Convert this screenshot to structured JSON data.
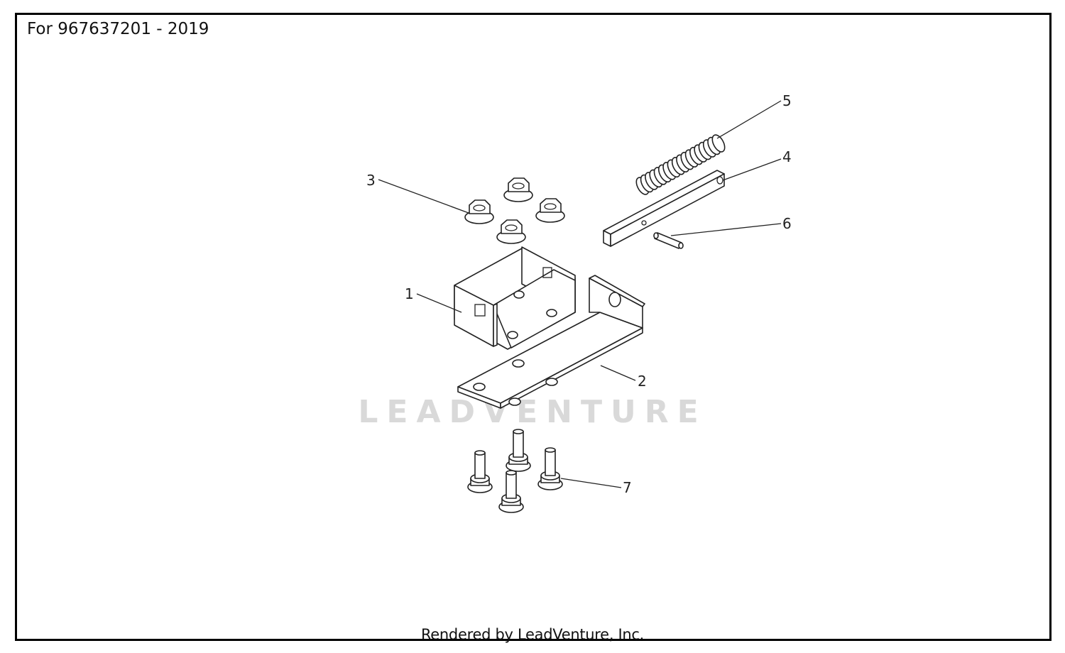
{
  "header": {
    "title": "For 967637201 - 2019"
  },
  "footer": {
    "text": "Rendered by LeadVenture, Inc."
  },
  "watermark": {
    "text": "LEADVENTURE"
  },
  "callouts": [
    {
      "id": "1",
      "label": "1"
    },
    {
      "id": "2",
      "label": "2"
    },
    {
      "id": "3",
      "label": "3"
    },
    {
      "id": "4",
      "label": "4"
    },
    {
      "id": "5",
      "label": "5"
    },
    {
      "id": "6",
      "label": "6"
    },
    {
      "id": "7",
      "label": "7"
    }
  ],
  "colors": {
    "line": "#222222",
    "watermark": "#d9d9d9",
    "frame": "#000000"
  }
}
